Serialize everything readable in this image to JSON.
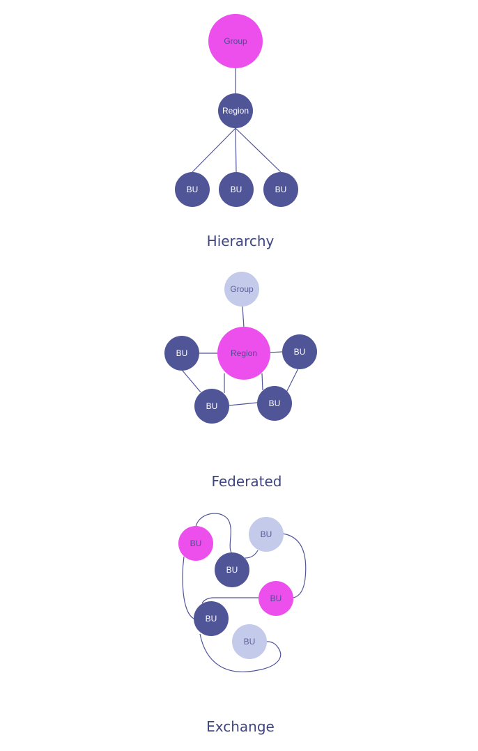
{
  "colors": {
    "magenta": "#ec4fec",
    "navy": "#4f5597",
    "light": "#c4cae9",
    "edge": "#4f5597",
    "title": "#3f4580",
    "label_on_dark": "#ffffff",
    "label_on_magenta": "#4f4f8f",
    "label_on_light": "#5b5f99"
  },
  "sections": [
    {
      "title": "Hierarchy",
      "nodes": [
        {
          "label": "Group",
          "color": "magenta"
        },
        {
          "label": "Region",
          "color": "navy"
        },
        {
          "label": "BU",
          "color": "navy"
        },
        {
          "label": "BU",
          "color": "navy"
        },
        {
          "label": "BU",
          "color": "navy"
        }
      ]
    },
    {
      "title": "Federated",
      "nodes": [
        {
          "label": "Group",
          "color": "light"
        },
        {
          "label": "Region",
          "color": "magenta"
        },
        {
          "label": "BU",
          "color": "navy"
        },
        {
          "label": "BU",
          "color": "navy"
        },
        {
          "label": "BU",
          "color": "navy"
        },
        {
          "label": "BU",
          "color": "navy"
        }
      ]
    },
    {
      "title": "Exchange",
      "nodes": [
        {
          "label": "BU",
          "color": "magenta"
        },
        {
          "label": "BU",
          "color": "light"
        },
        {
          "label": "BU",
          "color": "navy"
        },
        {
          "label": "BU",
          "color": "magenta"
        },
        {
          "label": "BU",
          "color": "navy"
        },
        {
          "label": "BU",
          "color": "light"
        }
      ]
    }
  ]
}
